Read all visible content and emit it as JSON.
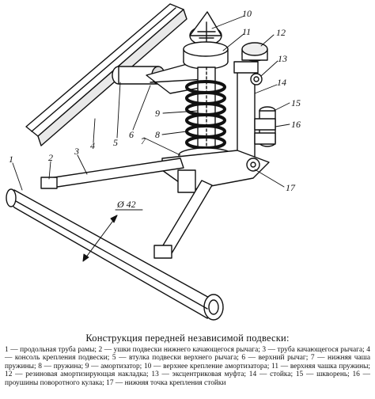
{
  "figure": {
    "numbers": [
      "1",
      "2",
      "3",
      "4",
      "5",
      "6",
      "7",
      "8",
      "9",
      "10",
      "11",
      "12",
      "13",
      "14",
      "15",
      "16",
      "17"
    ],
    "dimension_label": "Ø 42"
  },
  "caption": "Конструкция передней независимой подвески:",
  "legend": "1 — продольная труба рамы; 2 — ушки подвески нижнего качающегося рычага; 3 — труба качающегося рычага; 4 — консоль крепления подвески; 5 — втулка подвески верхнего рычага; 6 — верхний рычаг; 7 — нижняя чаша пружины; 8 — пружина; 9 — амортизатор; 10 — верхнее крепление амортизатора; 11 — верхняя чашка пружины; 12 — резиновая амортизирующая накладка; 13 — эксцентриковая муфта; 14 — стойка; 15 — шкворень; 16 — проушины поворотного кулака; 17 — нижняя точка крепления стойки"
}
